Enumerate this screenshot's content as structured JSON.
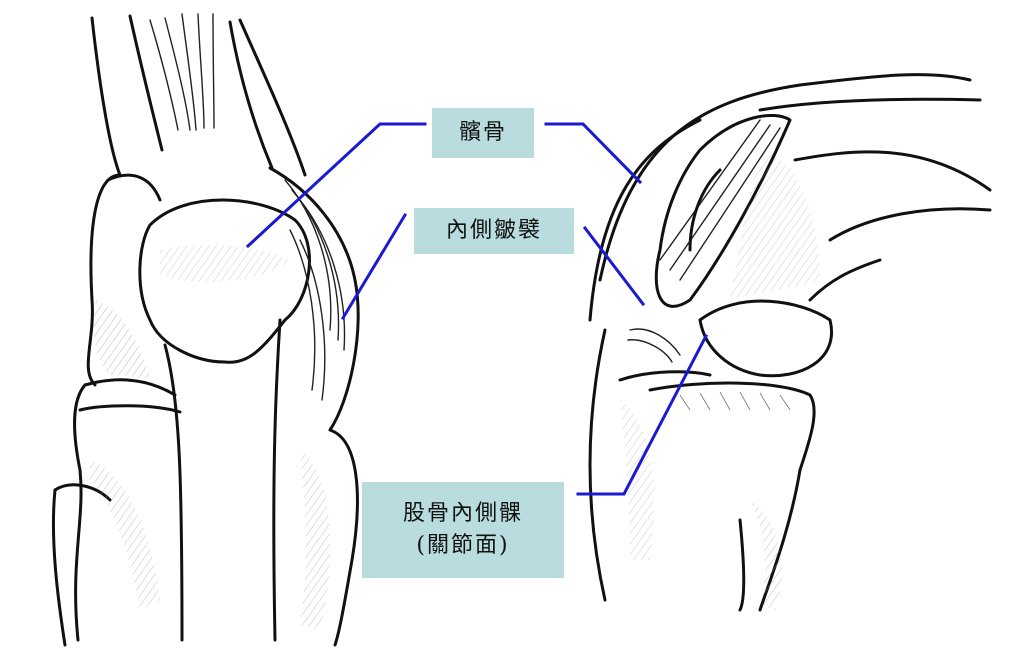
{
  "labels": {
    "patella": "髕骨",
    "medial_plica": "內側皺襞",
    "femoral_condyle_line1": "股骨內側髁",
    "femoral_condyle_line2": "(關節面)"
  },
  "colors": {
    "label_background": "#b9dcdf",
    "leader_line": "#1a1ad0",
    "ink": "#111111"
  }
}
